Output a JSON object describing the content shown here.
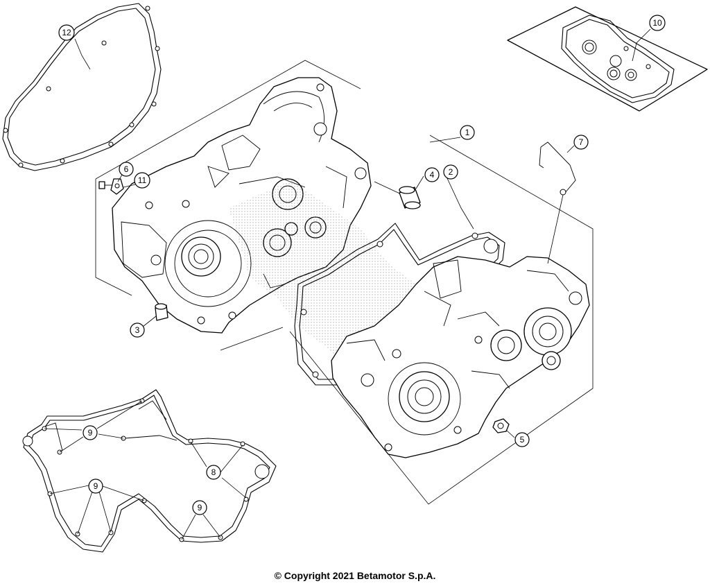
{
  "callouts": [
    {
      "id": "1",
      "label": "1"
    },
    {
      "id": "2",
      "label": "2"
    },
    {
      "id": "3",
      "label": "3"
    },
    {
      "id": "4",
      "label": "4"
    },
    {
      "id": "5",
      "label": "5"
    },
    {
      "id": "6",
      "label": "6"
    },
    {
      "id": "7",
      "label": "7"
    },
    {
      "id": "8",
      "label": "8"
    },
    {
      "id": "9a",
      "label": "9"
    },
    {
      "id": "9b",
      "label": "9"
    },
    {
      "id": "9c",
      "label": "9"
    },
    {
      "id": "10",
      "label": "10"
    },
    {
      "id": "11",
      "label": "11"
    },
    {
      "id": "12",
      "label": "12"
    }
  ],
  "footer": {
    "copyright": "© Copyright 2021 Betamotor S.p.A."
  }
}
